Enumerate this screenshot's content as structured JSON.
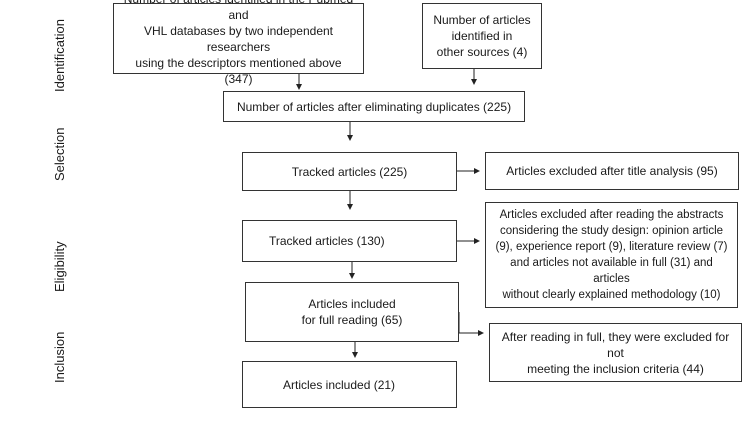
{
  "stages": {
    "identification": "Identification",
    "selection": "Selection",
    "eligibility": "Eligibility",
    "inclusion": "Inclusion"
  },
  "boxes": {
    "identified_databases": "Number of articles identified in the Pubmed and\nVHL databases by two independent researchers\nusing the descriptors mentioned above (347)",
    "identified_other": "Number of articles identified in\nother sources (4)",
    "after_duplicates": "Number of articles after eliminating duplicates (225)",
    "tracked_225": "Tracked articles (225)",
    "excluded_title": "Articles excluded after title analysis (95)",
    "tracked_130": "Tracked articles (130)",
    "excluded_abstracts": "Articles excluded after reading the abstracts\nconsidering the study design: opinion article\n(9), experience report (9), literature review (7)\nand articles not available in full (31) and articles\nwithout clearly explained methodology (10)",
    "full_reading": "Articles included\nfor full reading (65)",
    "excluded_full": "After reading in full, they were excluded for not\nmeeting the inclusion criteria (44)",
    "included": "Articles included (21)"
  }
}
